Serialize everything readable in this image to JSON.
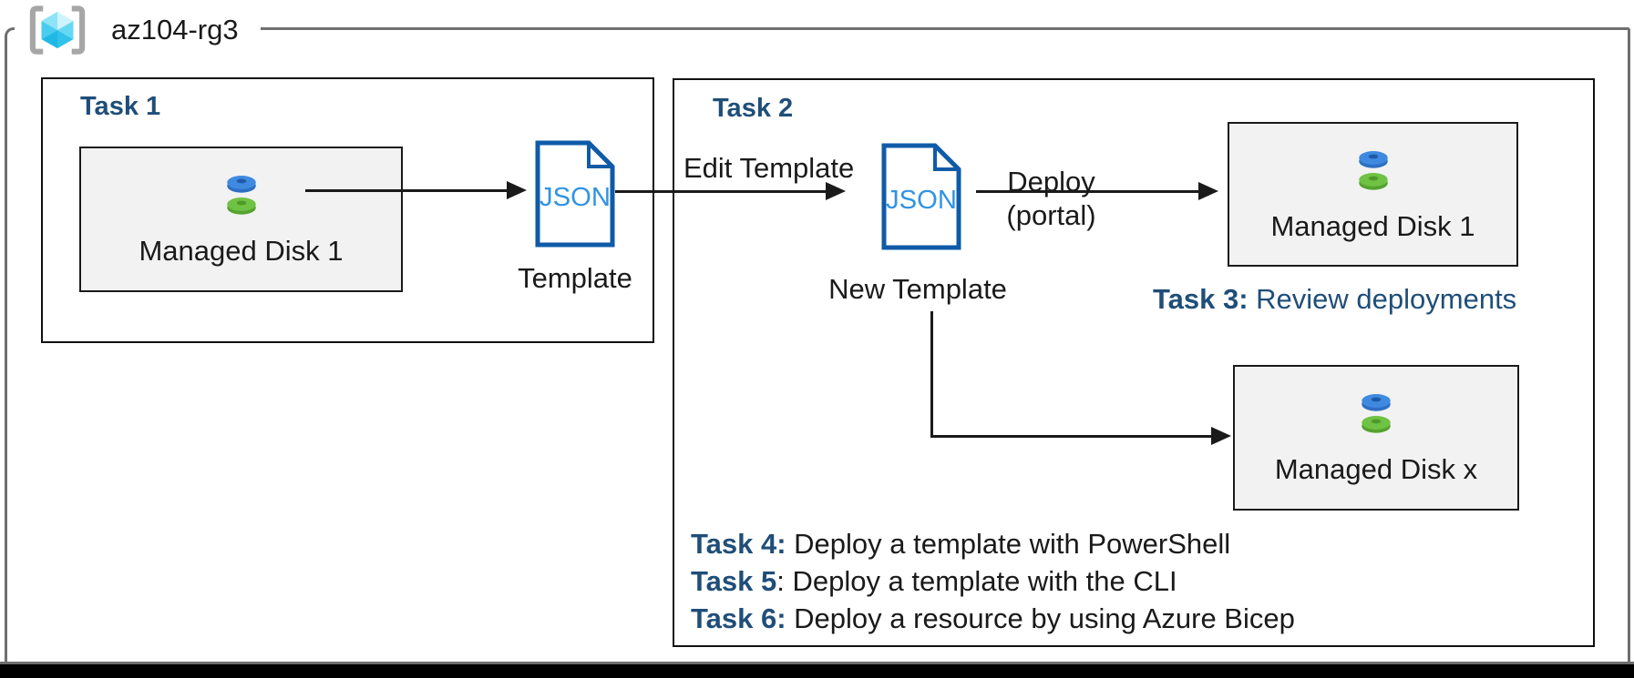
{
  "header": {
    "resource_group_name": "az104-rg3"
  },
  "colors": {
    "navy_task_text": "#1f4e79",
    "json_outline_blue": "#0f5ba8",
    "json_letter_blue": "#3193e3",
    "disk_blue": "#3f8ae0",
    "disk_green": "#6fc243",
    "disk_box_fill": "#f2f2f2",
    "outer_border_gray": "#6f6f6f",
    "cube_cyan": "#32c2eb"
  },
  "task1": {
    "title": "Task 1",
    "disk": {
      "label": "Managed Disk 1"
    },
    "json_file": {
      "text": "JSON",
      "caption": "Template"
    }
  },
  "connectors": {
    "edit_template_label": "Edit Template",
    "deploy_label": "Deploy",
    "deploy_sublabel": "(portal)"
  },
  "task2": {
    "title": "Task 2",
    "json_file": {
      "text": "JSON",
      "caption": "New Template"
    },
    "disk1": {
      "label": "Managed Disk 1"
    },
    "diskx": {
      "label": "Managed Disk x"
    },
    "task3_label": "Task 3:",
    "task3_text": " Review deployments"
  },
  "footer_tasks": [
    {
      "label": "Task 4:",
      "text": " Deploy a template with PowerShell"
    },
    {
      "label": "Task 5",
      "text": ": Deploy a template with the CLI"
    },
    {
      "label": "Task 6:",
      "text": " Deploy a resource by using Azure Bicep"
    }
  ]
}
